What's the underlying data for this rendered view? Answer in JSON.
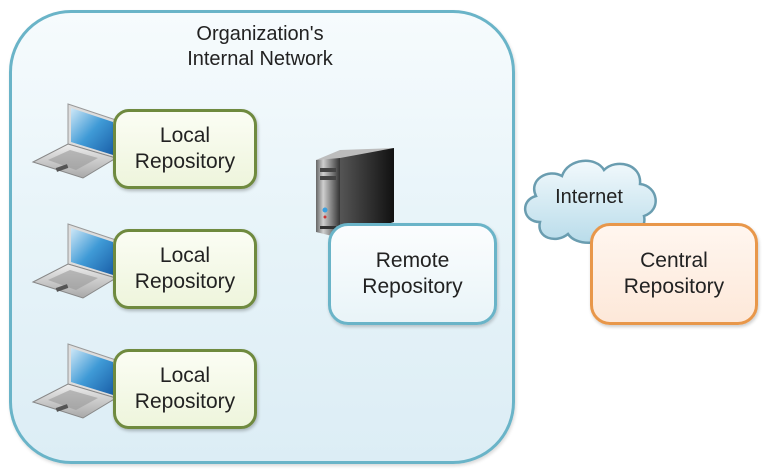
{
  "network": {
    "title": "Organization's\nInternal Network"
  },
  "local_repositories": [
    {
      "label": "Local\nRepository",
      "icon": "laptop-icon"
    },
    {
      "label": "Local\nRepository",
      "icon": "laptop-icon"
    },
    {
      "label": "Local\nRepository",
      "icon": "laptop-icon"
    }
  ],
  "remote_repository": {
    "label": "Remote\nRepository",
    "icon": "server-icon"
  },
  "internet": {
    "label": "Internet",
    "icon": "cloud-icon"
  },
  "central_repository": {
    "label": "Central\nRepository"
  },
  "colors": {
    "network_border": "#6ab4c8",
    "local_border": "#6f8a3f",
    "remote_border": "#6ab4c8",
    "central_border": "#e8974a"
  }
}
